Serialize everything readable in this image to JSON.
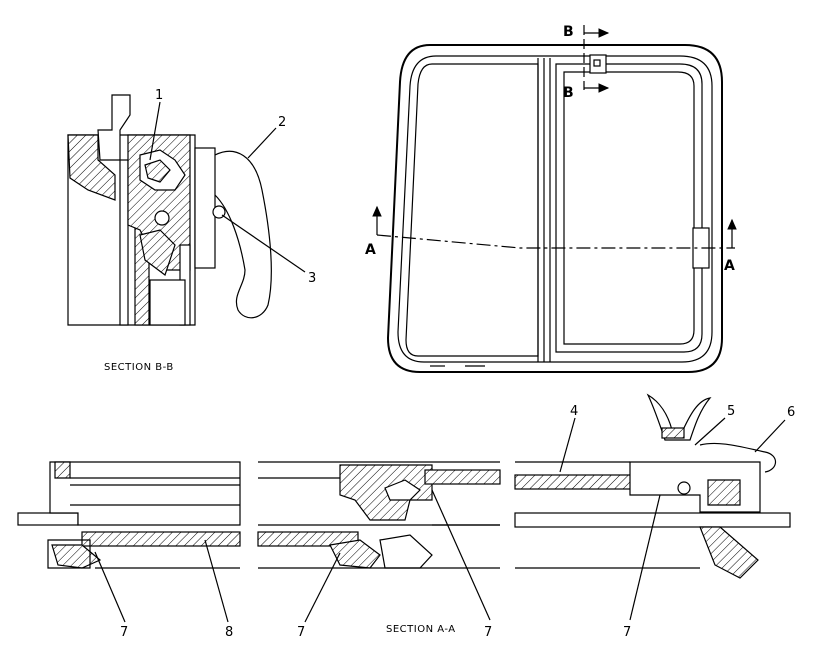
{
  "callouts": {
    "c1": "1",
    "c2": "2",
    "c3": "3",
    "c4": "4",
    "c5": "5",
    "c6": "6",
    "c7a": "7",
    "c7b": "7",
    "c7c": "7",
    "c7d": "7",
    "c8": "8"
  },
  "section_labels": {
    "a_left": "A",
    "a_right": "A",
    "b_top": "B",
    "b_bottom": "B"
  },
  "captions": {
    "section_bb": "SECTION B-B",
    "section_aa": "SECTION A-A"
  }
}
